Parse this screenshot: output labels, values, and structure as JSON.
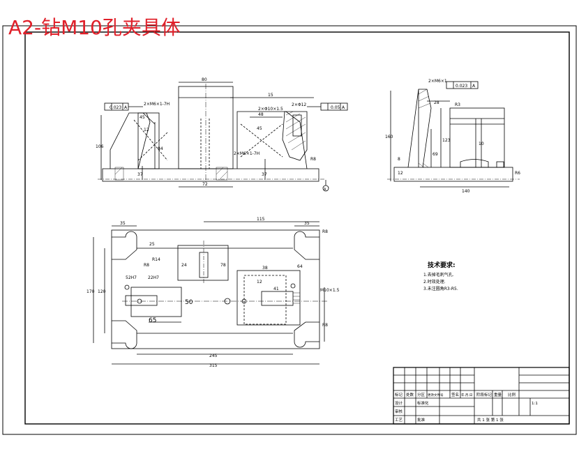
{
  "title": "A2-钻M10孔夹具体",
  "colors": {
    "title": "#e0202a",
    "line": "#000000",
    "paper": "#ffffff"
  },
  "front_view": {
    "tol_left": [
      "0.023",
      "A"
    ],
    "tol_right": [
      "0.05",
      "A"
    ],
    "notes": [
      "2×M6×1-7H",
      "2×Φ10×1.5",
      "2×Φ12",
      "2×M6×1-7H"
    ],
    "dims": [
      "80",
      "15",
      "48",
      "72",
      "37",
      "37",
      "106",
      "84",
      "45",
      "45",
      "12",
      "R8"
    ],
    "datum": "A"
  },
  "side_view": {
    "tol": [
      "0.023",
      "A"
    ],
    "note": "2×M6×1",
    "dims": [
      "140",
      "160",
      "28",
      "123",
      "69",
      "12",
      "10",
      "8",
      "R6",
      "R3"
    ]
  },
  "plan_view": {
    "dims": [
      "35",
      "115",
      "35",
      "R8",
      "120",
      "170",
      "25",
      "R8",
      "R14",
      "52H7",
      "22H7",
      "65",
      "50",
      "245",
      "315",
      "38",
      "12",
      "41",
      "64",
      "M10×1.5",
      "24",
      "78",
      "R8"
    ]
  },
  "tech_req": {
    "heading": "技术要求:",
    "items": [
      "1.去掉毛刺气孔.",
      "2.时效处理.",
      "3.未注圆角R3-R5."
    ]
  },
  "title_block": {
    "row_labels": [
      "标记",
      "处数",
      "分区",
      "更改文件号",
      "签名",
      "年.月.日"
    ],
    "left_labels": [
      "设计",
      "审核",
      "工艺"
    ],
    "col_labels": [
      "标准化",
      "批准"
    ],
    "stage_label": "阶段标记",
    "weight": "重量",
    "ratio": "比例",
    "scale": "1:1",
    "sheets": "共 1 张  第 1 张"
  }
}
